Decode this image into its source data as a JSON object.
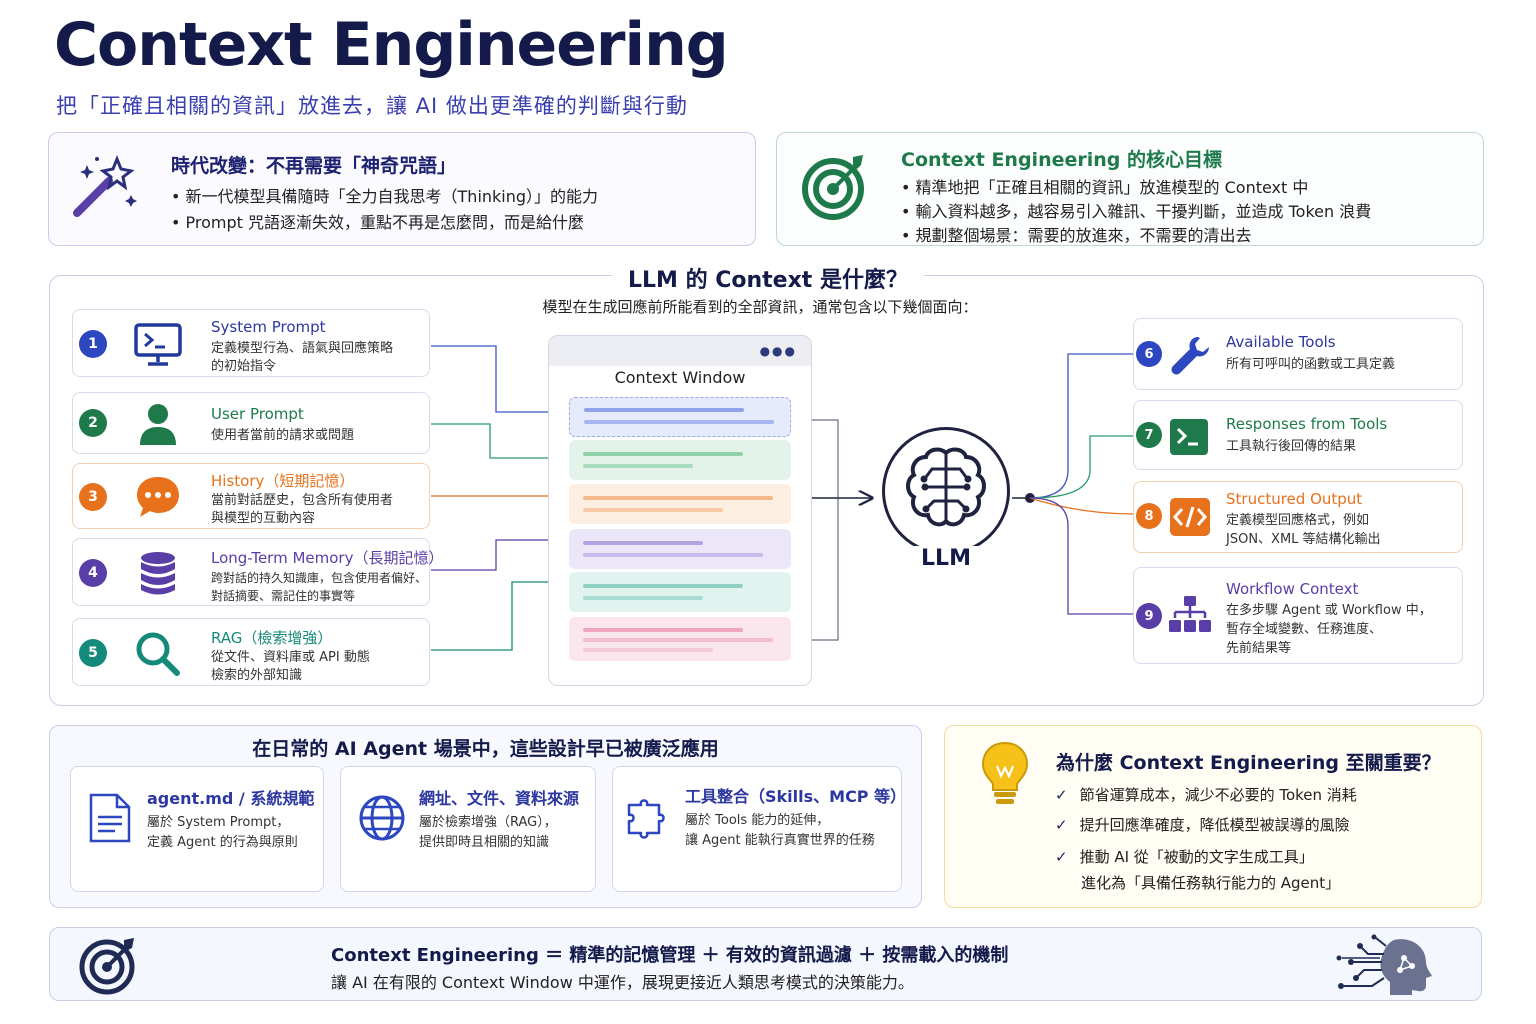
{
  "header": {
    "title": "Context Engineering",
    "subtitle": "把「正確且相關的資訊」放進去，讓 AI 做出更準確的判斷與行動"
  },
  "era": {
    "title": "時代改變：不再需要「神奇咒語」",
    "bullets": [
      "• 新一代模型具備隨時「全力自我思考（Thinking）」的能力",
      "• Prompt 咒語逐漸失效，重點不再是怎麼問，而是給什麼"
    ]
  },
  "goal": {
    "title": "Context Engineering 的核心目標",
    "bullets": [
      "• 精準地把「正確且相關的資訊」放進模型的 Context 中",
      "• 輸入資料越多，越容易引入雜訊、干擾判斷，並造成 Token 浪費",
      "• 規劃整個場景：需要的放進來，不需要的清出去"
    ]
  },
  "llm_section": {
    "title": "LLM 的 Context 是什麼？",
    "subtitle": "模型在生成回應前所能看到的全部資訊，通常包含以下幾個面向：",
    "window_label": "Context Window",
    "window_dots": "●●●",
    "llm_label": "LLM"
  },
  "left_items": [
    {
      "num": "1",
      "name": "System Prompt",
      "desc1": "定義模型行為、語氣與回應策略",
      "desc2": "的初始指令",
      "icon": "terminal-monitor-icon"
    },
    {
      "num": "2",
      "name": "User Prompt",
      "desc1": "使用者當前的請求或問題",
      "desc2": "",
      "icon": "user-icon"
    },
    {
      "num": "3",
      "name": "History（短期記憶）",
      "desc1": "當前對話歷史，包含所有使用者",
      "desc2": "與模型的互動內容",
      "icon": "chat-bubble-icon"
    },
    {
      "num": "4",
      "name": "Long-Term Memory（長期記憶）",
      "desc1": "跨對話的持久知識庫，包含使用者偏好、",
      "desc2": "對話摘要、需記住的事實等",
      "icon": "database-icon"
    },
    {
      "num": "5",
      "name": "RAG（檢索增強）",
      "desc1": "從文件、資料庫或 API 動態",
      "desc2": "檢索的外部知識",
      "icon": "magnifier-icon"
    }
  ],
  "right_items": [
    {
      "num": "6",
      "name": "Available Tools",
      "desc1": "所有可呼叫的函數或工具定義",
      "desc2": "",
      "desc3": "",
      "icon": "wrench-icon"
    },
    {
      "num": "7",
      "name": "Responses from Tools",
      "desc1": "工具執行後回傳的結果",
      "desc2": "",
      "desc3": "",
      "icon": "terminal-icon"
    },
    {
      "num": "8",
      "name": "Structured Output",
      "desc1": "定義模型回應格式，例如",
      "desc2": "JSON、XML 等結構化輸出",
      "desc3": "",
      "icon": "code-icon"
    },
    {
      "num": "9",
      "name": "Workflow Context",
      "desc1": "在多步驟 Agent 或 Workflow 中，",
      "desc2": "暫存全域變數、任務進度、",
      "desc3": "先前結果等",
      "icon": "hierarchy-icon"
    }
  ],
  "daily": {
    "title": "在日常的 AI Agent 場景中，這些設計早已被廣泛應用",
    "cards": [
      {
        "title": "agent.md / 系統規範",
        "line1": "屬於 System Prompt，",
        "line2": "定義 Agent 的行為與原則",
        "icon": "document-icon"
      },
      {
        "title": "網址、文件、資料來源",
        "line1": "屬於檢索增強（RAG），",
        "line2": "提供即時且相關的知識",
        "icon": "globe-icon"
      },
      {
        "title": "工具整合（Skills、MCP 等）",
        "line1": "屬於 Tools 能力的延伸，",
        "line2": "讓 Agent 能執行真實世界的任務",
        "icon": "puzzle-icon"
      }
    ]
  },
  "why": {
    "title": "為什麼 Context Engineering 至關重要？",
    "check": "✓",
    "points": [
      "節省運算成本，減少不必要的 Token 消耗",
      "提升回應準確度，降低模型被誤導的風險",
      "推動 AI 從「被動的文字生成工具」"
    ],
    "point3_cont": "進化為「具備任務執行能力的 Agent」"
  },
  "footer": {
    "line1": "Context Engineering ＝ 精準的記憶管理 ＋ 有效的資訊過濾 ＋ 按需載入的機制",
    "line2": "讓 AI 在有限的 Context Window 中運作，展現更接近人類思考模式的決策能力。"
  },
  "colors": {
    "navy": "#141a4a",
    "blue": "#2c37a0",
    "green": "#1e7a4a",
    "orange": "#e8711c",
    "purple": "#5a3ea8",
    "teal": "#168a7a"
  }
}
